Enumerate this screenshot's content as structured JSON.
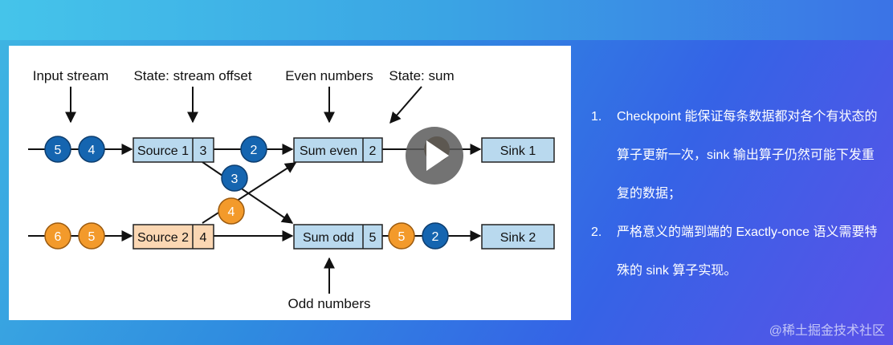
{
  "diagram": {
    "labels": {
      "input_stream": "Input stream",
      "state_stream_offset": "State: stream offset",
      "even_numbers": "Even numbers",
      "state_sum": "State: sum",
      "odd_numbers": "Odd numbers"
    },
    "nodes": {
      "source1": {
        "name": "Source 1",
        "state": "3"
      },
      "source2": {
        "name": "Source 2",
        "state": "4"
      },
      "sum_even": {
        "name": "Sum even",
        "state": "2"
      },
      "sum_odd": {
        "name": "Sum odd",
        "state": "5"
      },
      "sink1": {
        "name": "Sink 1"
      },
      "sink2": {
        "name": "Sink 2"
      }
    },
    "records": {
      "in1_a": "5",
      "in1_b": "4",
      "in2_a": "6",
      "in2_b": "5",
      "s1_out": "2",
      "s1_cross": "3",
      "s2_cross": "4",
      "odd_out_a": "5",
      "odd_out_b": "2"
    }
  },
  "notes": {
    "item1_num": "1.",
    "item1_text": "Checkpoint 能保证每条数据都对各个有状态的算子更新一次，sink 输出算子仍然可能下发重复的数据；",
    "item2_num": "2.",
    "item2_text": "严格意义的端到端的 Exactly-once 语义需要特殊的 sink 算子实现。"
  },
  "watermark": "@稀土掘金技术社区",
  "colors": {
    "blue_record": "#1565b0",
    "orange_record": "#f39a2b",
    "op_blue": "#b9d9ee",
    "op_orange": "#fbd7b3"
  },
  "icons": {
    "play": "play-icon"
  }
}
